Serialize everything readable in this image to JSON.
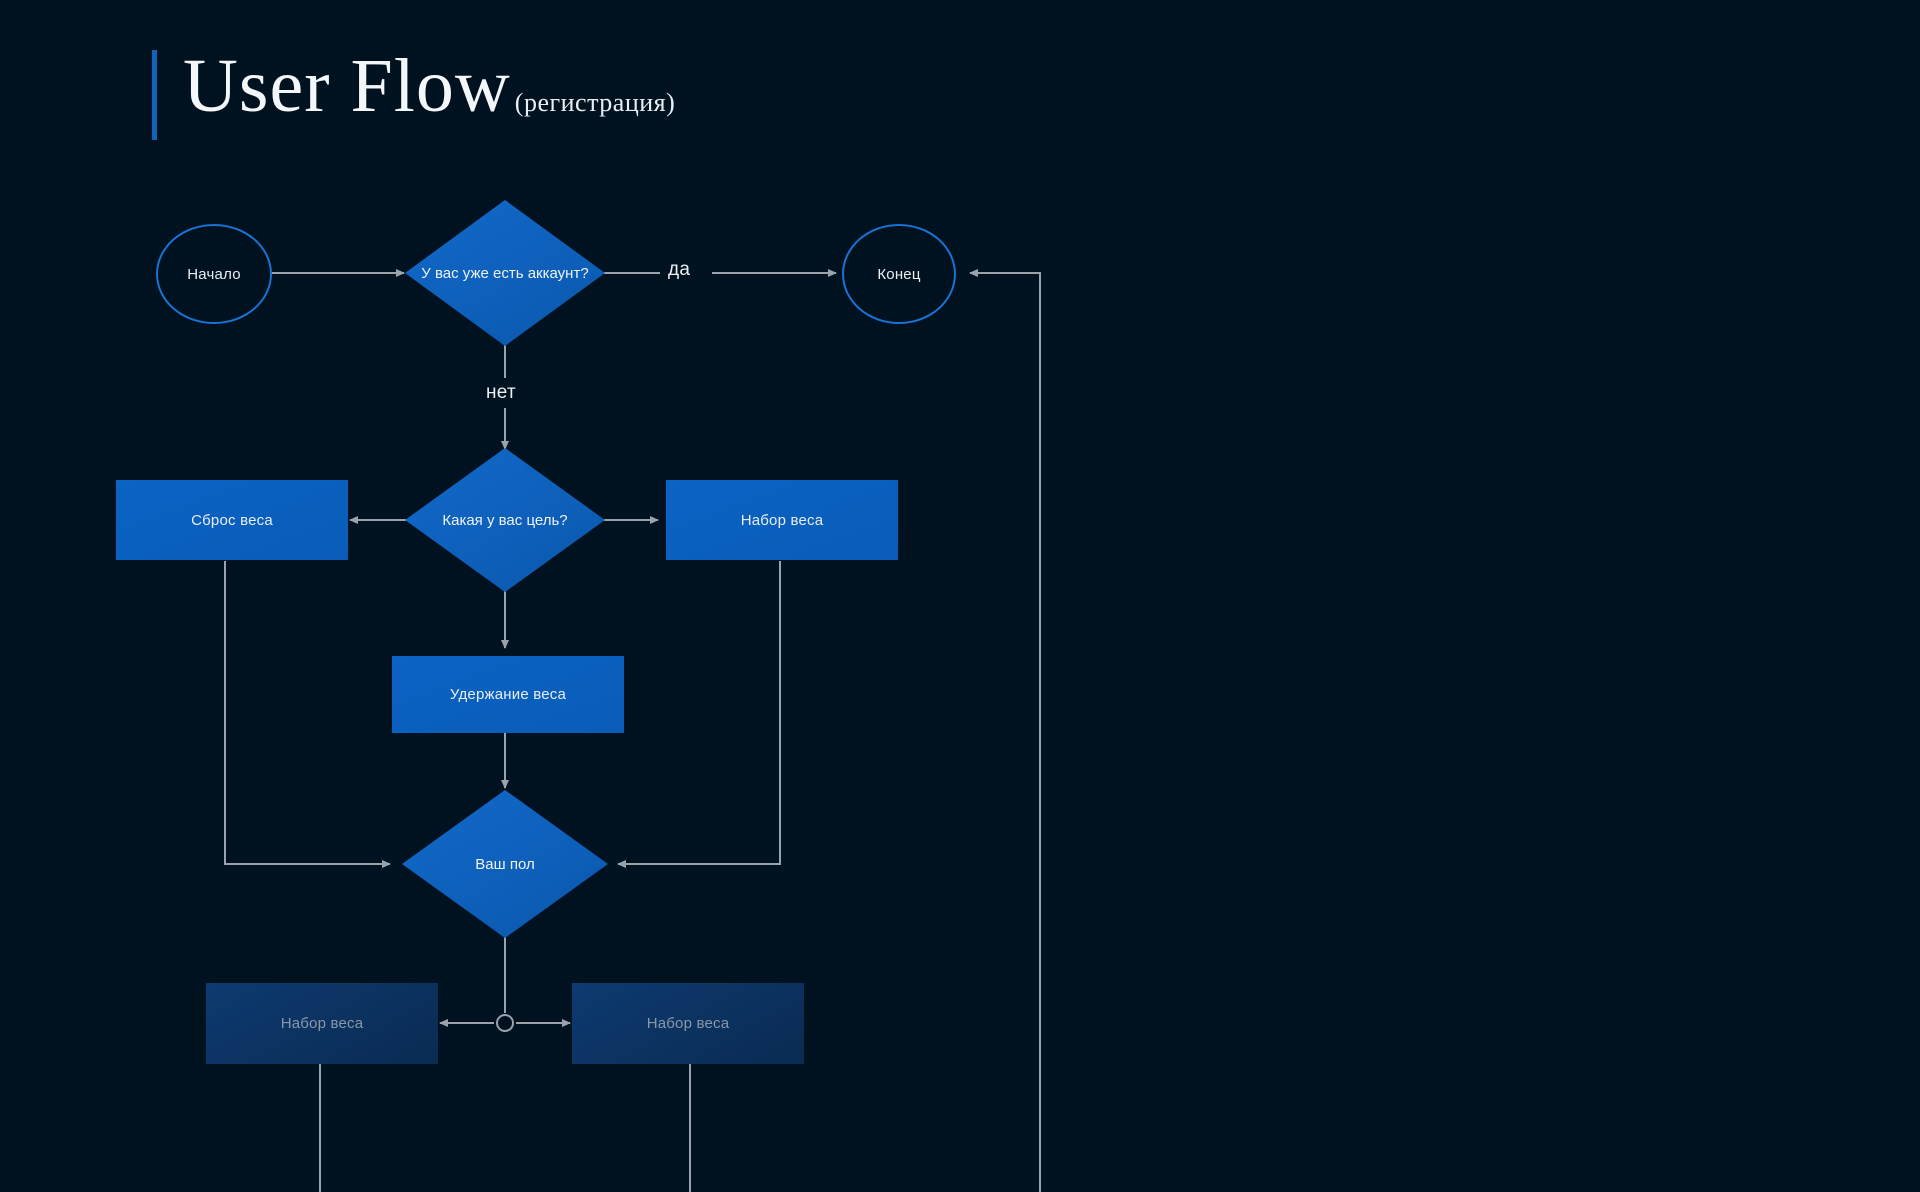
{
  "page": {
    "background_color": "#00111f",
    "accent_color": "#1263b8",
    "node_fill": "#0b63c4",
    "node_fill_faded": "#0d3a70",
    "stroke_color": "#1773d4",
    "connector_color": "#9aa3ac"
  },
  "header": {
    "title": "User Flow",
    "subtitle": "(регистрация)"
  },
  "diagram": {
    "type": "flowchart",
    "nodes": [
      {
        "id": "start",
        "shape": "circle",
        "label": "Начало"
      },
      {
        "id": "has_account",
        "shape": "diamond",
        "label": "У вас уже есть аккаунт?"
      },
      {
        "id": "end",
        "shape": "circle",
        "label": "Конец"
      },
      {
        "id": "goal",
        "shape": "diamond",
        "label": "Какая у вас цель?"
      },
      {
        "id": "lose",
        "shape": "process",
        "label": "Сброс веса"
      },
      {
        "id": "gain",
        "shape": "process",
        "label": "Набор веса"
      },
      {
        "id": "maintain",
        "shape": "process",
        "label": "Удержание веса"
      },
      {
        "id": "gender",
        "shape": "diamond",
        "label": "Ваш пол"
      },
      {
        "id": "gain_left",
        "shape": "process",
        "label": "Набор веса",
        "state": "faded"
      },
      {
        "id": "gain_right",
        "shape": "process",
        "label": "Набор веса",
        "state": "faded"
      }
    ],
    "edges": [
      {
        "from": "start",
        "to": "has_account",
        "label": ""
      },
      {
        "from": "has_account",
        "to": "end",
        "label": "да"
      },
      {
        "from": "has_account",
        "to": "goal",
        "label": "нет"
      },
      {
        "from": "goal",
        "to": "lose",
        "label": ""
      },
      {
        "from": "goal",
        "to": "gain",
        "label": ""
      },
      {
        "from": "goal",
        "to": "maintain",
        "label": ""
      },
      {
        "from": "maintain",
        "to": "gender",
        "label": ""
      },
      {
        "from": "lose",
        "to": "gender",
        "label": ""
      },
      {
        "from": "gain",
        "to": "gender",
        "label": ""
      },
      {
        "from": "gender",
        "to": "gain_left",
        "label": ""
      },
      {
        "from": "gender",
        "to": "gain_right",
        "label": ""
      },
      {
        "from": "loopback",
        "to": "end",
        "label": ""
      }
    ],
    "edge_labels": {
      "yes": "да",
      "no": "нет"
    }
  }
}
